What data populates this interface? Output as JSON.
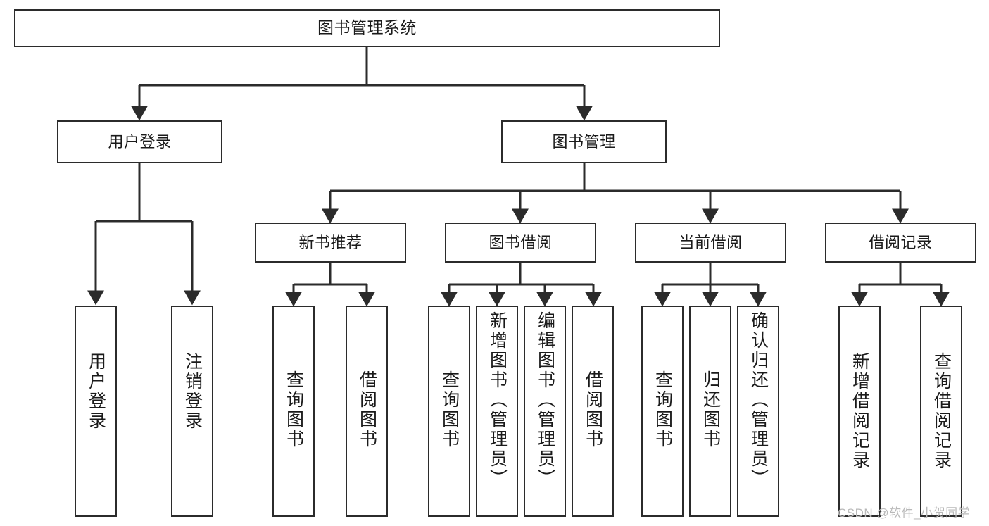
{
  "diagram": {
    "title": "图书管理系统",
    "watermark": "CSDN @软件_小贺同学",
    "type": "tree",
    "line_color": "#2b2b2b",
    "box_fill": "#ffffff",
    "text_color": "#1a1a1a",
    "watermark_color": "#b9b9b9",
    "levels": {
      "root": {
        "label": "图书管理系统"
      },
      "level2": [
        {
          "label": "用户登录"
        },
        {
          "label": "图书管理"
        }
      ],
      "level3": [
        {
          "label": "新书推荐"
        },
        {
          "label": "图书借阅"
        },
        {
          "label": "当前借阅"
        },
        {
          "label": "借阅记录"
        }
      ],
      "leaves": {
        "user_login": [
          {
            "label": "用户登录"
          },
          {
            "label": "注销登录"
          }
        ],
        "new_book_recommend": [
          {
            "label": "查询图书"
          },
          {
            "label": "借阅图书"
          }
        ],
        "book_borrow": [
          {
            "label": "查询图书"
          },
          {
            "label": "新增图书（管理员）"
          },
          {
            "label": "编辑图书（管理员）"
          },
          {
            "label": "借阅图书"
          }
        ],
        "current_borrow": [
          {
            "label": "查询图书"
          },
          {
            "label": "归还图书"
          },
          {
            "label": "确认归还（管理员）"
          }
        ],
        "borrow_record": [
          {
            "label": "新增借阅记录"
          },
          {
            "label": "查询借阅记录"
          }
        ]
      }
    }
  }
}
